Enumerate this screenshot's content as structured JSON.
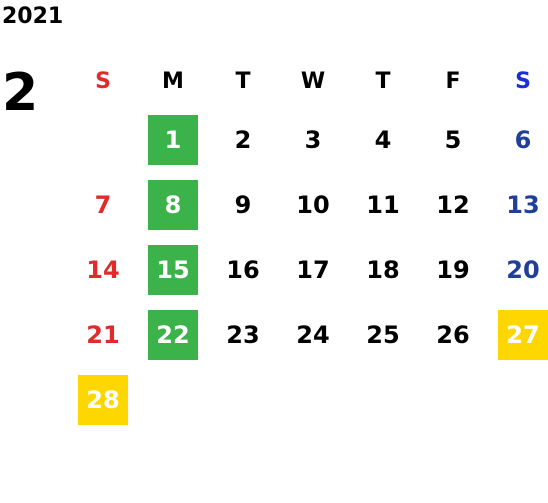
{
  "year": "2021",
  "month": "2",
  "weekdays": [
    "S",
    "M",
    "T",
    "W",
    "T",
    "F",
    "S"
  ],
  "weeks": [
    [
      "",
      "1",
      "2",
      "3",
      "4",
      "5",
      "6"
    ],
    [
      "7",
      "8",
      "9",
      "10",
      "11",
      "12",
      "13"
    ],
    [
      "14",
      "15",
      "16",
      "17",
      "18",
      "19",
      "20"
    ],
    [
      "21",
      "22",
      "23",
      "24",
      "25",
      "26",
      "27"
    ],
    [
      "28",
      "",
      "",
      "",
      "",
      "",
      ""
    ]
  ],
  "colors": {
    "sunday_text": "#e12b2b",
    "saturday_text": "#1f3f99",
    "saturday_header": "#1a2fd6",
    "monday_highlight": "#3bb34a",
    "weekend_highlight": "#ffd700"
  }
}
